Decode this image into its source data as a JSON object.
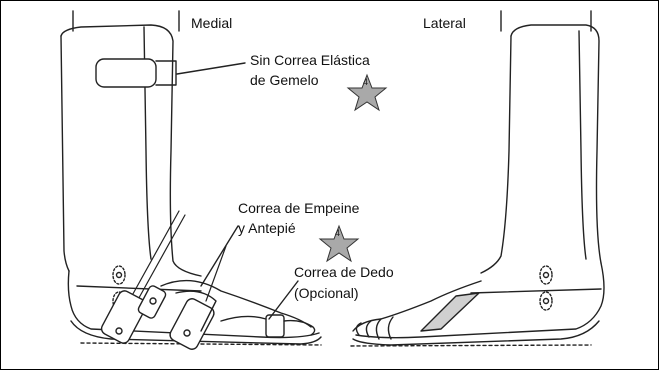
{
  "labels": {
    "medial": "Medial",
    "lateral": "Lateral",
    "calf_strap_line1": "Sin Correa Elástica",
    "calf_strap_line2": "de Gemelo",
    "instep_strap_line1": "Correa de Empeine",
    "instep_strap_line2": "y Antepié",
    "toe_strap_line1": "Correa de Dedo",
    "toe_strap_line2": "(Opcional)"
  },
  "markers": [
    {
      "name": "warning-star-calf",
      "symbol": "4"
    },
    {
      "name": "warning-star-instep",
      "symbol": "4"
    }
  ],
  "colors": {
    "line": "#222222",
    "star_fill": "#a9a9a9",
    "strap_shade": "#d0d0d0"
  }
}
